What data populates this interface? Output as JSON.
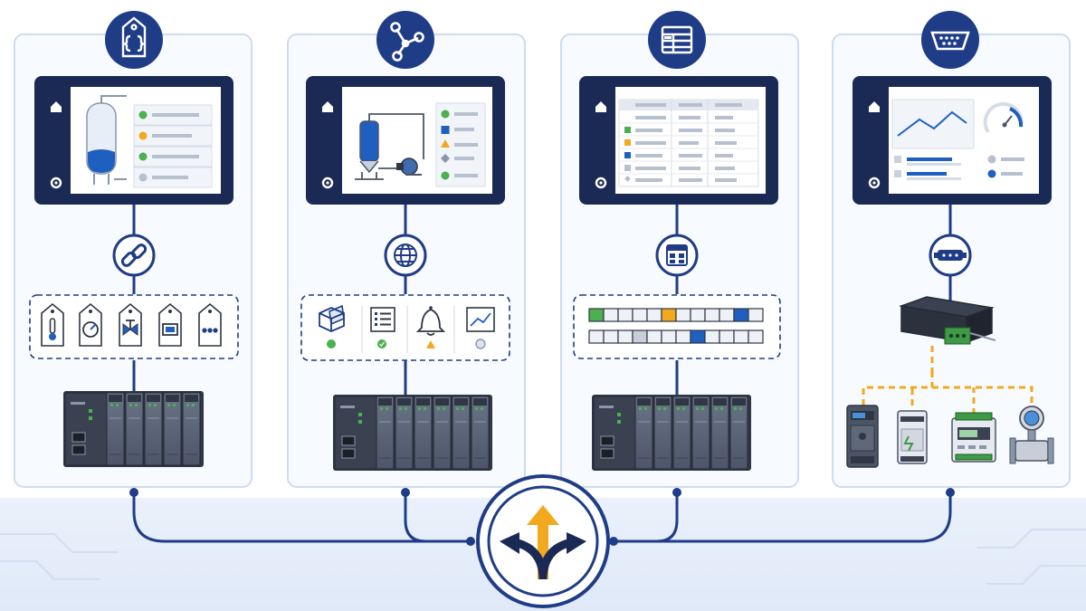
{
  "colors": {
    "navy": "#1f3c86",
    "dark_navy": "#1b2a55",
    "panel_border": "#cfdcef",
    "panel_fill": "#f7fafe",
    "band": "#e6eefa",
    "amber": "#f2a91f",
    "green": "#4caf50",
    "blue": "#1f5fc0",
    "device_gray": "#5e6878",
    "device_dark": "#2f3644"
  },
  "columns": [
    {
      "id": "tags",
      "top_icon": "tag-braces-icon",
      "connector_icon": "link-icon",
      "hmi_content": "tank-status-list",
      "data_group": "tag-row",
      "data_items": [
        "temperature-tag-icon",
        "gauge-tag-icon",
        "valve-tag-icon",
        "module-tag-icon",
        "more-tag-icon"
      ],
      "device": "plc-rack"
    },
    {
      "id": "opcua",
      "top_icon": "network-nodes-icon",
      "connector_icon": "globe-icon",
      "hmi_content": "process-flow-list",
      "data_group": "object-model-row",
      "data_items": [
        "object-cube-icon",
        "list-icon",
        "alarm-bell-icon",
        "trend-chart-icon"
      ],
      "device": "plc-rack"
    },
    {
      "id": "registers",
      "top_icon": "table-grid-icon",
      "connector_icon": "table-icon",
      "hmi_content": "register-table",
      "data_group": "register-strip",
      "data_items": [
        "register-strip-1",
        "register-strip-2"
      ],
      "device": "plc-rack"
    },
    {
      "id": "serial",
      "top_icon": "serial-port-icon",
      "connector_icon": "serial-connector-icon",
      "hmi_content": "trend-gauge-view",
      "data_group": "gateway",
      "data_items": [
        "drive-device",
        "power-supply-device",
        "meter-device",
        "flowmeter-device"
      ],
      "device": "serial-gateway"
    }
  ],
  "hub_icon": "split-arrows-icon"
}
